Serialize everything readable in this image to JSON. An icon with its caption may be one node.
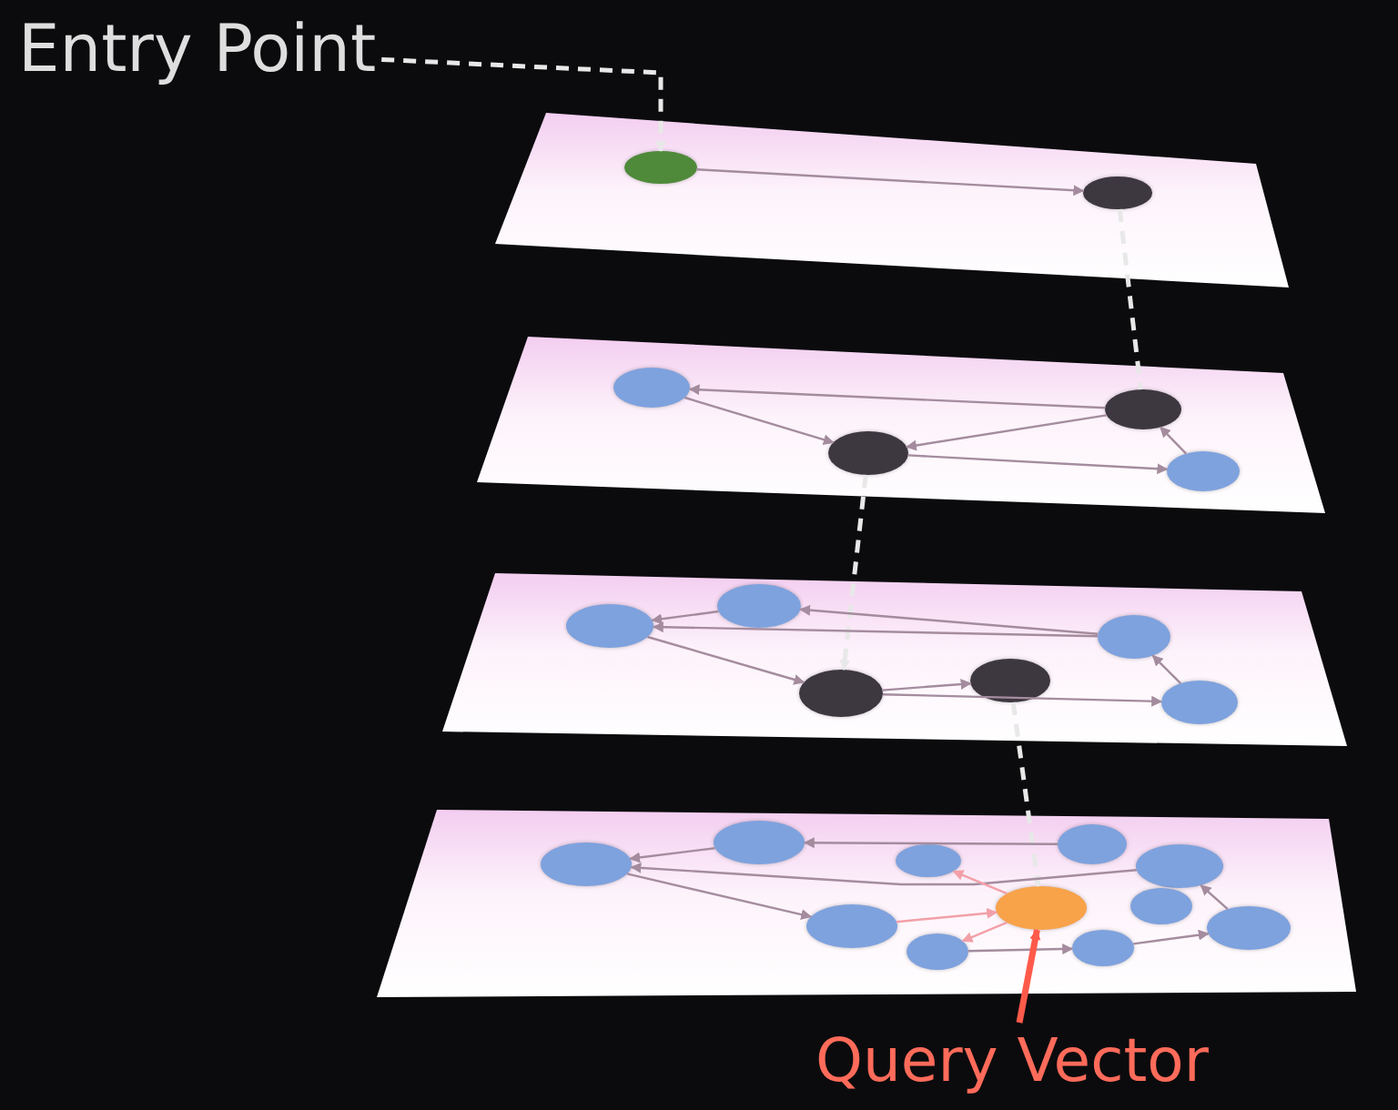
{
  "diagram": {
    "nodes": [
      {
        "text": [
          "Entry Point"
        ]
      },
      {
        "text": [],
        "shape": "box"
      },
      {
        "text": [],
        "shape": "circle",
        "in": 1
      },
      {
        "text": [],
        "shape": "circle",
        "in": 1
      },
      {
        "text": [],
        "shape": "box"
      },
      {
        "text": [],
        "shape": "circle",
        "in": 4
      },
      {
        "text": [],
        "shape": "circle",
        "in": 4
      },
      {
        "text": [],
        "shape": "circle",
        "in": 4
      },
      {
        "text": [],
        "shape": "circle",
        "in": 4
      },
      {
        "text": [],
        "shape": "box"
      },
      {
        "text": [],
        "shape": "circle",
        "in": 9
      },
      {
        "text": [],
        "shape": "circle",
        "in": 9
      },
      {
        "text": [],
        "shape": "circle",
        "in": 9
      },
      {
        "text": [],
        "shape": "circle",
        "in": 9
      },
      {
        "text": [],
        "shape": "circle",
        "in": 9
      },
      {
        "text": [],
        "shape": "circle",
        "in": 9
      },
      {
        "text": [],
        "shape": "box"
      },
      {
        "text": [],
        "shape": "circle",
        "in": 16
      },
      {
        "text": [],
        "shape": "circle",
        "in": 16
      },
      {
        "text": [],
        "shape": "circle",
        "in": 16
      },
      {
        "text": [],
        "shape": "circle",
        "in": 16
      },
      {
        "text": [],
        "shape": "circle",
        "in": 16
      },
      {
        "text": [],
        "shape": "circle",
        "in": 16
      },
      {
        "text": [],
        "shape": "circle",
        "in": 16
      },
      {
        "text": [],
        "shape": "circle",
        "in": 16
      },
      {
        "text": [],
        "shape": "circle",
        "in": 16
      },
      {
        "text": [],
        "shape": "circle",
        "in": 16
      },
      {
        "text": [],
        "shape": "circle",
        "in": 16
      },
      {
        "text": [
          "Query Vector"
        ]
      }
    ],
    "edges": [
      {
        "from": 0,
        "to": 2,
        "arrow": "to",
        "style": "dashed",
        "color": "#e8e8e8"
      },
      {
        "from": 2,
        "to": 3,
        "arrow": "to"
      },
      {
        "from": 3,
        "to": 7,
        "arrow": "none",
        "style": "dashed",
        "color": "#e8e8e8"
      },
      {
        "from": 7,
        "to": 5,
        "arrow": "to"
      },
      {
        "from": 5,
        "to": 6,
        "arrow": "to"
      },
      {
        "from": 7,
        "to": 6,
        "arrow": "to"
      },
      {
        "from": 6,
        "to": 8,
        "arrow": "to"
      },
      {
        "from": 8,
        "to": 7,
        "arrow": "to"
      },
      {
        "from": 6,
        "to": 12,
        "arrow": "to",
        "style": "dashed",
        "color": "#e8e8e8"
      },
      {
        "from": 11,
        "to": 10,
        "arrow": "to"
      },
      {
        "from": 14,
        "to": 11,
        "arrow": "to"
      },
      {
        "from": 14,
        "to": 10,
        "arrow": "to"
      },
      {
        "from": 10,
        "to": 12,
        "arrow": "to"
      },
      {
        "from": 12,
        "to": 13,
        "arrow": "to"
      },
      {
        "from": 12,
        "to": 15,
        "arrow": "to"
      },
      {
        "from": 15,
        "to": 14,
        "arrow": "to"
      },
      {
        "from": 13,
        "to": 23,
        "arrow": "to",
        "style": "dashed",
        "color": "#e8e8e8"
      },
      {
        "from": 18,
        "to": 17,
        "arrow": "to"
      },
      {
        "from": 20,
        "to": 18,
        "arrow": "to"
      },
      {
        "from": 21,
        "to": 17,
        "arrow": "to"
      },
      {
        "from": 17,
        "to": 22,
        "arrow": "to"
      },
      {
        "from": 22,
        "to": 23,
        "arrow": "to",
        "color": "#f2a0a8"
      },
      {
        "from": 23,
        "to": 19,
        "arrow": "to",
        "color": "#f2a0a8"
      },
      {
        "from": 23,
        "to": 25,
        "arrow": "to",
        "color": "#f2a0a8"
      },
      {
        "from": 25,
        "to": 26,
        "arrow": "to"
      },
      {
        "from": 26,
        "to": 27,
        "arrow": "to"
      },
      {
        "from": 27,
        "to": 21,
        "arrow": "to"
      },
      {
        "from": 28,
        "to": 23,
        "arrow": "to",
        "style": "thick",
        "color": "#ff5a4a"
      }
    ]
  }
}
